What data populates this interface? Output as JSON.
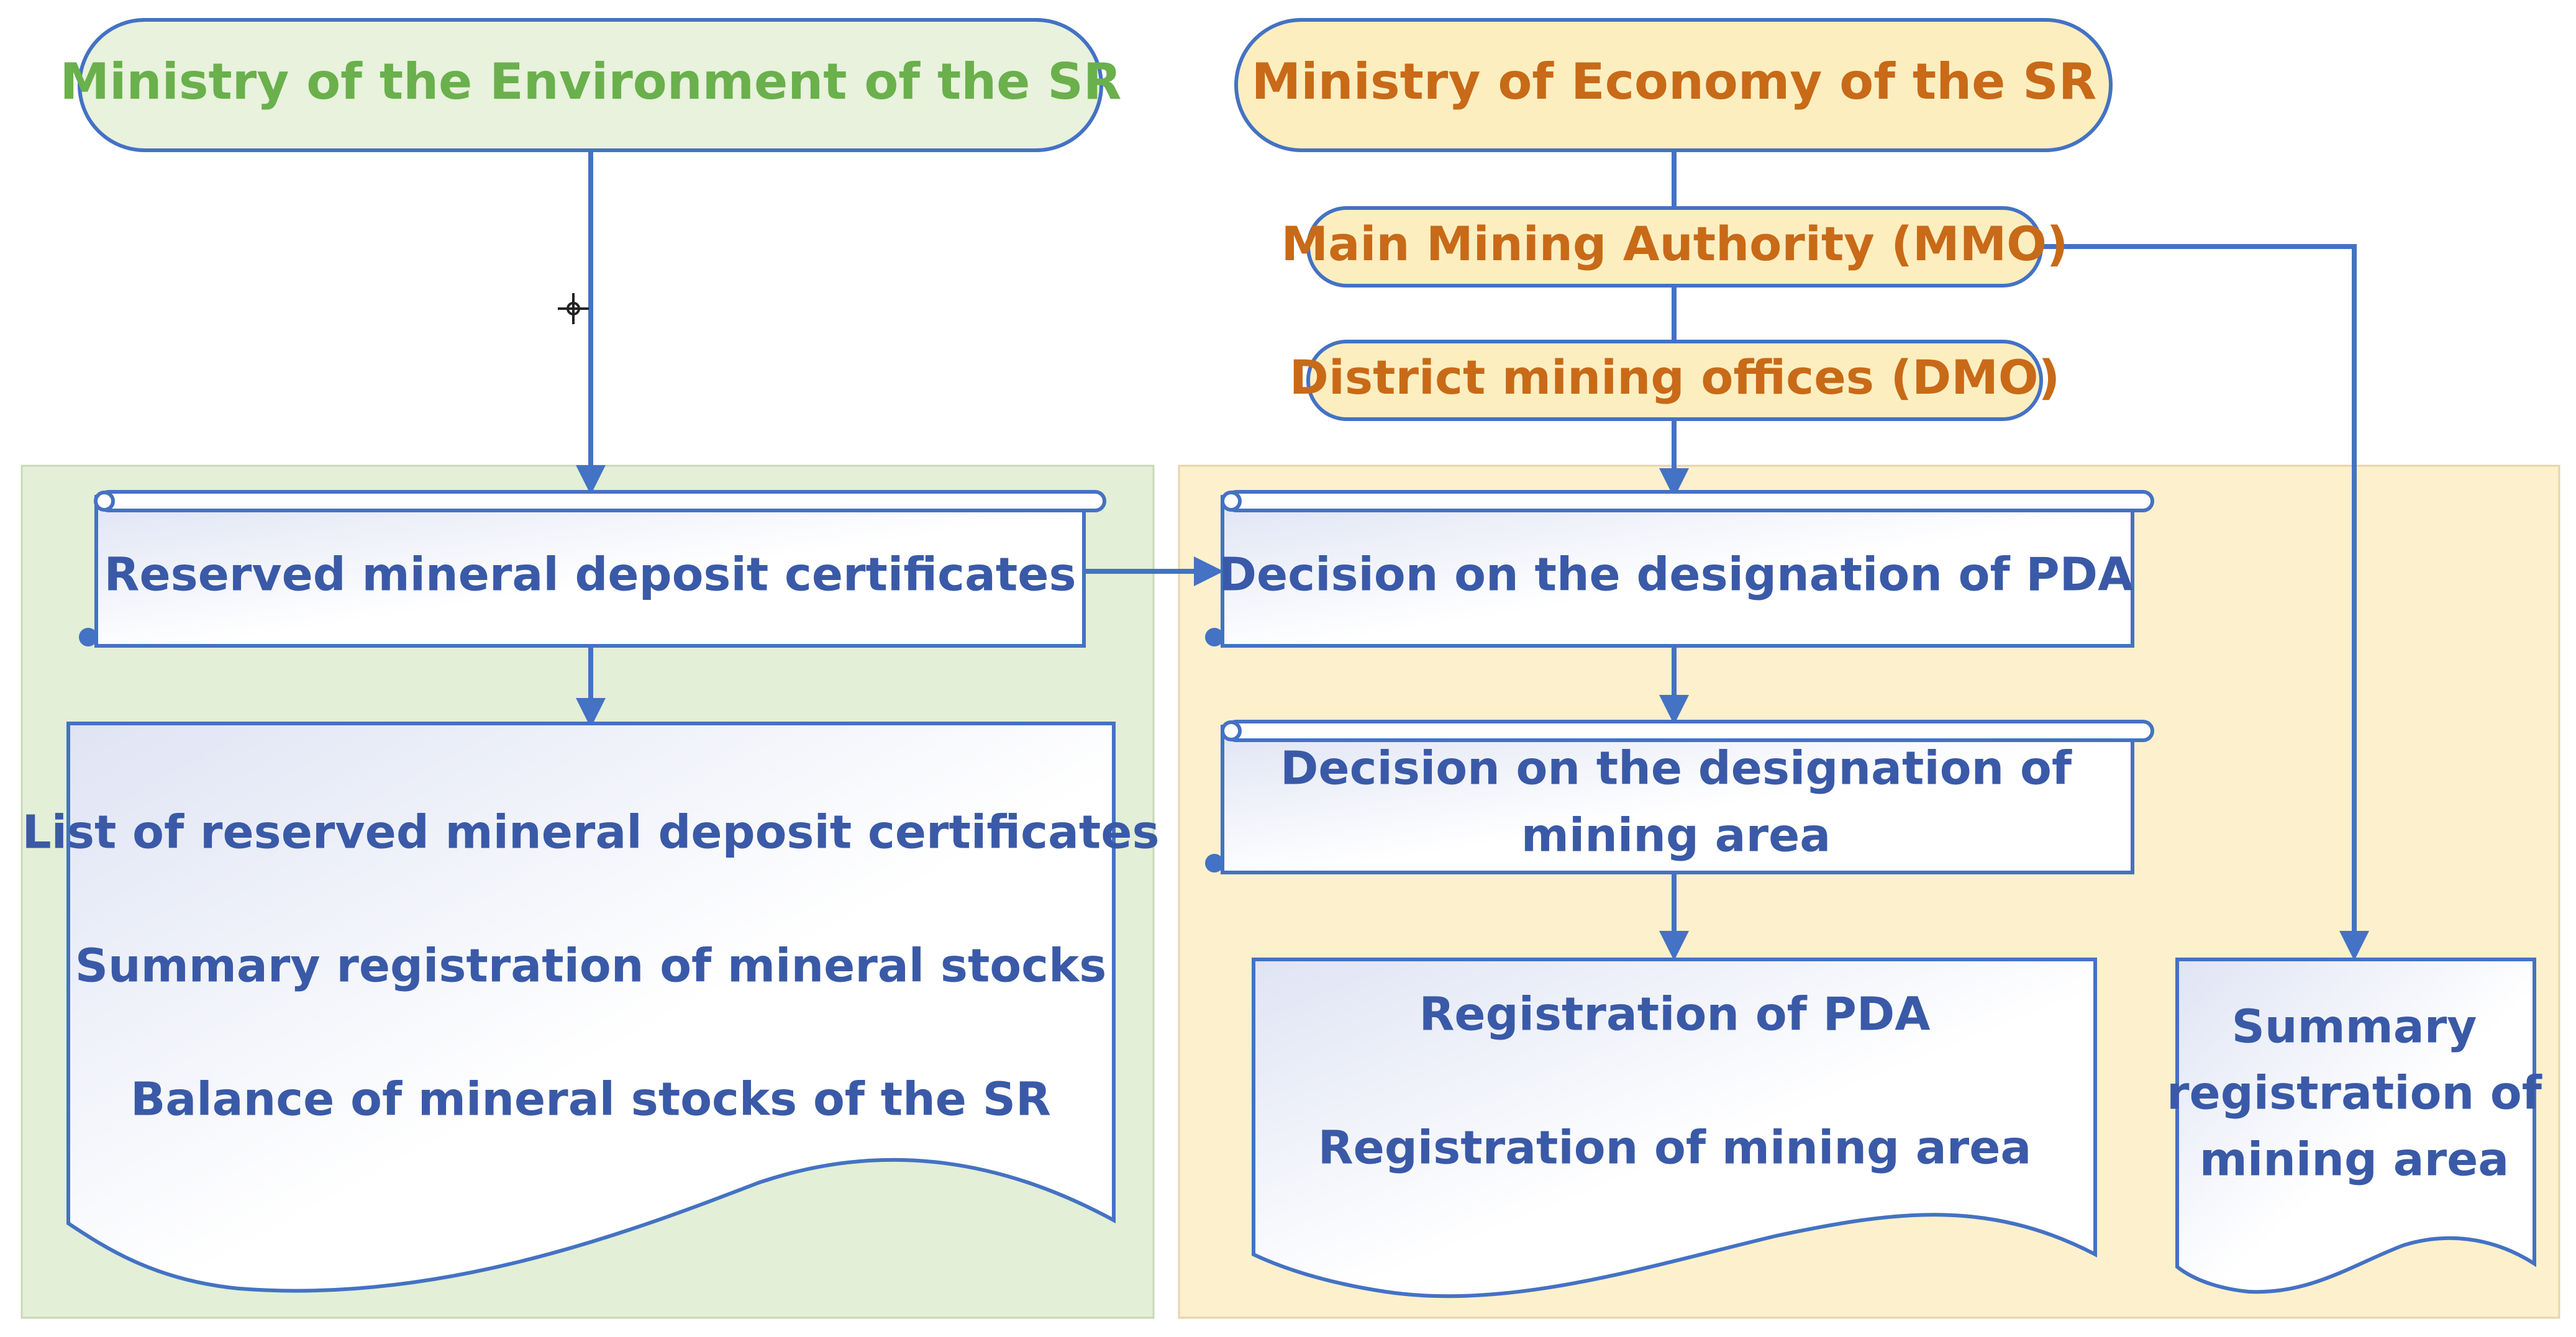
{
  "colors": {
    "line_blue": "#4472c4",
    "text_blue": "#3a5aa8",
    "env_green_text": "#6ab04c",
    "env_panel_bg": "#e3efd6",
    "econ_orange_text": "#c86a18",
    "econ_panel_bg": "#fdf0cc",
    "econ_node_bg": "#fdeec0",
    "env_node_bg": "#e8f2dc"
  },
  "environment": {
    "ministry": "Ministry of the Environment of the SR",
    "certificates": "Reserved mineral deposit certificates",
    "outputs": [
      "List of reserved mineral deposit certificates",
      "Summary registration of mineral stocks",
      "Balance of mineral stocks of the SR"
    ]
  },
  "economy": {
    "ministry": "Ministry of Economy of the SR",
    "mmo": "Main Mining Authority (MMO)",
    "dmo": "District mining offices (DMO)",
    "decision_pda": "Decision on the designation of PDA",
    "decision_area": [
      "Decision on the designation of",
      "mining area"
    ],
    "registrations": [
      "Registration of PDA",
      "Registration of mining area"
    ],
    "summary": [
      "Summary",
      "registration of",
      "mining area"
    ]
  }
}
